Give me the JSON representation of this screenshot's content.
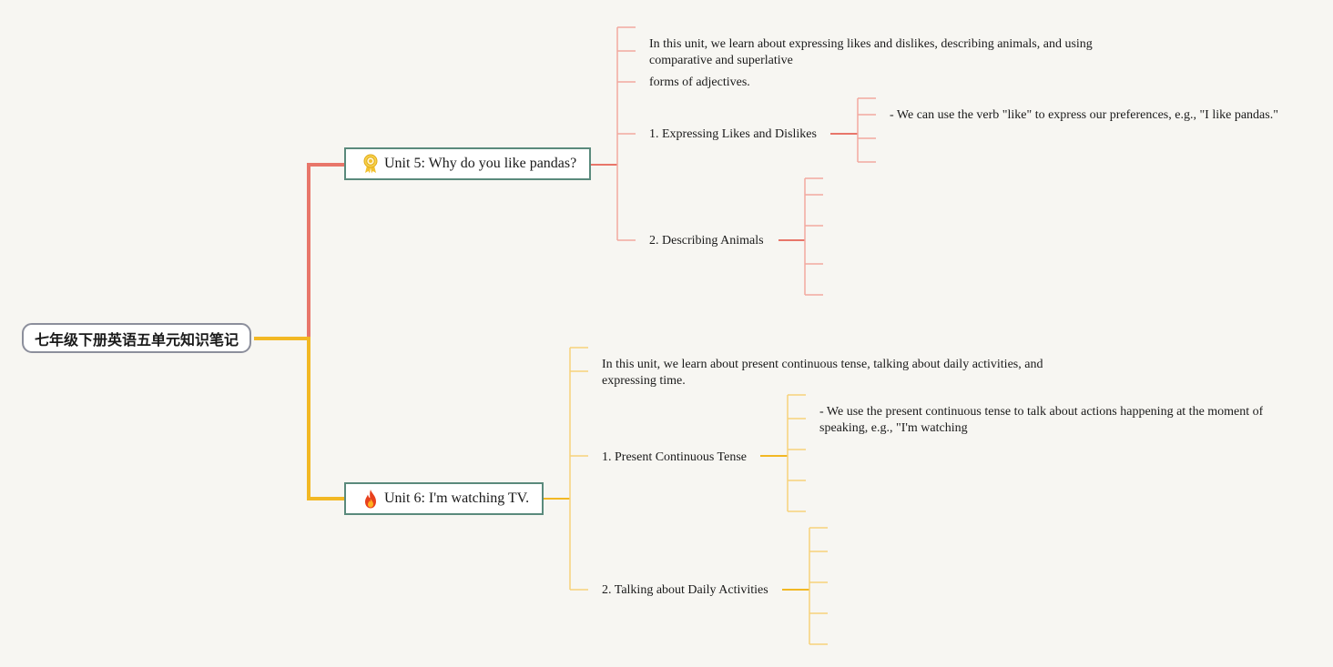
{
  "mindmap": {
    "root": {
      "label": "七年级下册英语五单元知识笔记"
    },
    "colors": {
      "unit5_branch": "#e8766a",
      "unit5_light": "#f2a99f",
      "unit6_branch": "#f2b824",
      "unit6_light": "#f7d27a",
      "unit_border": "#5a8a7c",
      "root_border": "#8c8f9c"
    },
    "unit5": {
      "label": "Unit 5: Why do you like pandas?",
      "icon": "award-ribbon-icon",
      "intro_line1": "In this unit, we learn about expressing likes and dislikes, describing animals, and using",
      "intro_line2": "comparative and superlative",
      "intro_line3": "forms of adjectives.",
      "topic1": {
        "label": "1. Expressing Likes and Dislikes",
        "detail": "- We can use the verb \"like\" to express our preferences, e.g., \"I like pandas.\""
      },
      "topic2": {
        "label": "2. Describing Animals"
      }
    },
    "unit6": {
      "label": "Unit 6: I'm watching TV.",
      "icon": "fire-icon",
      "intro_line1": "In this unit, we learn about present continuous tense, talking about daily activities, and",
      "intro_line2": "expressing time.",
      "topic1": {
        "label": "1. Present Continuous Tense",
        "detail_line1": "- We use the present continuous tense to talk about actions happening at the moment of",
        "detail_line2": "speaking, e.g., \"I'm watching"
      },
      "topic2": {
        "label": "2. Talking about Daily Activities"
      }
    }
  }
}
